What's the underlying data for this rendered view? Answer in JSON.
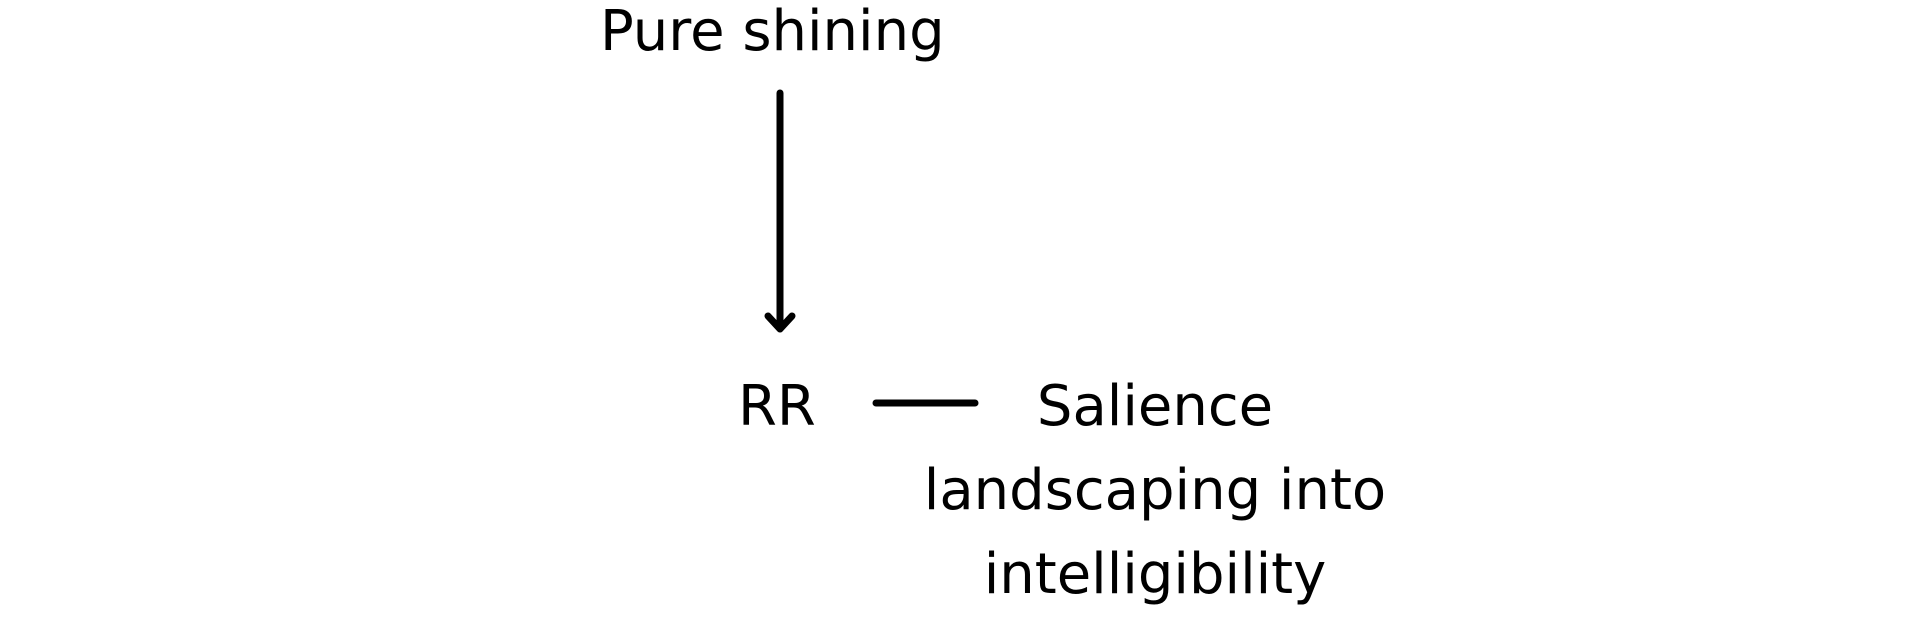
{
  "diagram": {
    "top_node": "Pure shining",
    "left_node": "RR",
    "right_node_lines": [
      "Salience",
      "landscaping into",
      "intelligibility"
    ],
    "edges": [
      {
        "from": "Pure shining",
        "to": "RR",
        "kind": "arrow"
      },
      {
        "from": "RR",
        "to": "Salience landscaping into intelligibility",
        "kind": "line"
      }
    ],
    "stroke_color": "#000000"
  }
}
